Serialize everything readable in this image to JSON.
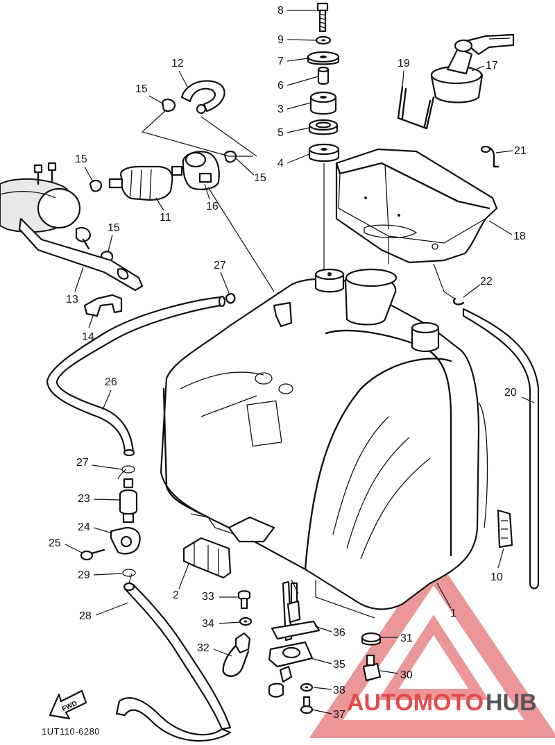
{
  "diagram": {
    "code": "1UT110-6280",
    "fwd_text": "FWD",
    "watermark": {
      "part1": "AUTOMOTO",
      "part2": "HUB",
      "color1": "#e24b4b",
      "color2": "#555555"
    },
    "callouts": [
      {
        "id": "c1",
        "text": "1"
      },
      {
        "id": "c2",
        "text": "2"
      },
      {
        "id": "c3",
        "text": "3"
      },
      {
        "id": "c4",
        "text": "4"
      },
      {
        "id": "c5",
        "text": "5"
      },
      {
        "id": "c6",
        "text": "6"
      },
      {
        "id": "c7",
        "text": "7"
      },
      {
        "id": "c8",
        "text": "8"
      },
      {
        "id": "c9",
        "text": "9"
      },
      {
        "id": "c10",
        "text": "10"
      },
      {
        "id": "c11",
        "text": "11"
      },
      {
        "id": "c12",
        "text": "12"
      },
      {
        "id": "c13",
        "text": "13"
      },
      {
        "id": "c14",
        "text": "14"
      },
      {
        "id": "c15a",
        "text": "15"
      },
      {
        "id": "c15b",
        "text": "15"
      },
      {
        "id": "c15c",
        "text": "15"
      },
      {
        "id": "c15d",
        "text": "15"
      },
      {
        "id": "c16",
        "text": "16"
      },
      {
        "id": "c17",
        "text": "17"
      },
      {
        "id": "c18",
        "text": "18"
      },
      {
        "id": "c19",
        "text": "19"
      },
      {
        "id": "c20",
        "text": "20"
      },
      {
        "id": "c21",
        "text": "21"
      },
      {
        "id": "c22",
        "text": "22"
      },
      {
        "id": "c23",
        "text": "23"
      },
      {
        "id": "c24",
        "text": "24"
      },
      {
        "id": "c25",
        "text": "25"
      },
      {
        "id": "c26",
        "text": "26"
      },
      {
        "id": "c27a",
        "text": "27"
      },
      {
        "id": "c27b",
        "text": "27"
      },
      {
        "id": "c28",
        "text": "28"
      },
      {
        "id": "c29",
        "text": "29"
      },
      {
        "id": "c30",
        "text": "30"
      },
      {
        "id": "c31",
        "text": "31"
      },
      {
        "id": "c32",
        "text": "32"
      },
      {
        "id": "c33",
        "text": "33"
      },
      {
        "id": "c34",
        "text": "34"
      },
      {
        "id": "c35",
        "text": "35"
      },
      {
        "id": "c36",
        "text": "36"
      },
      {
        "id": "c37",
        "text": "37"
      },
      {
        "id": "c38",
        "text": "38"
      }
    ]
  }
}
